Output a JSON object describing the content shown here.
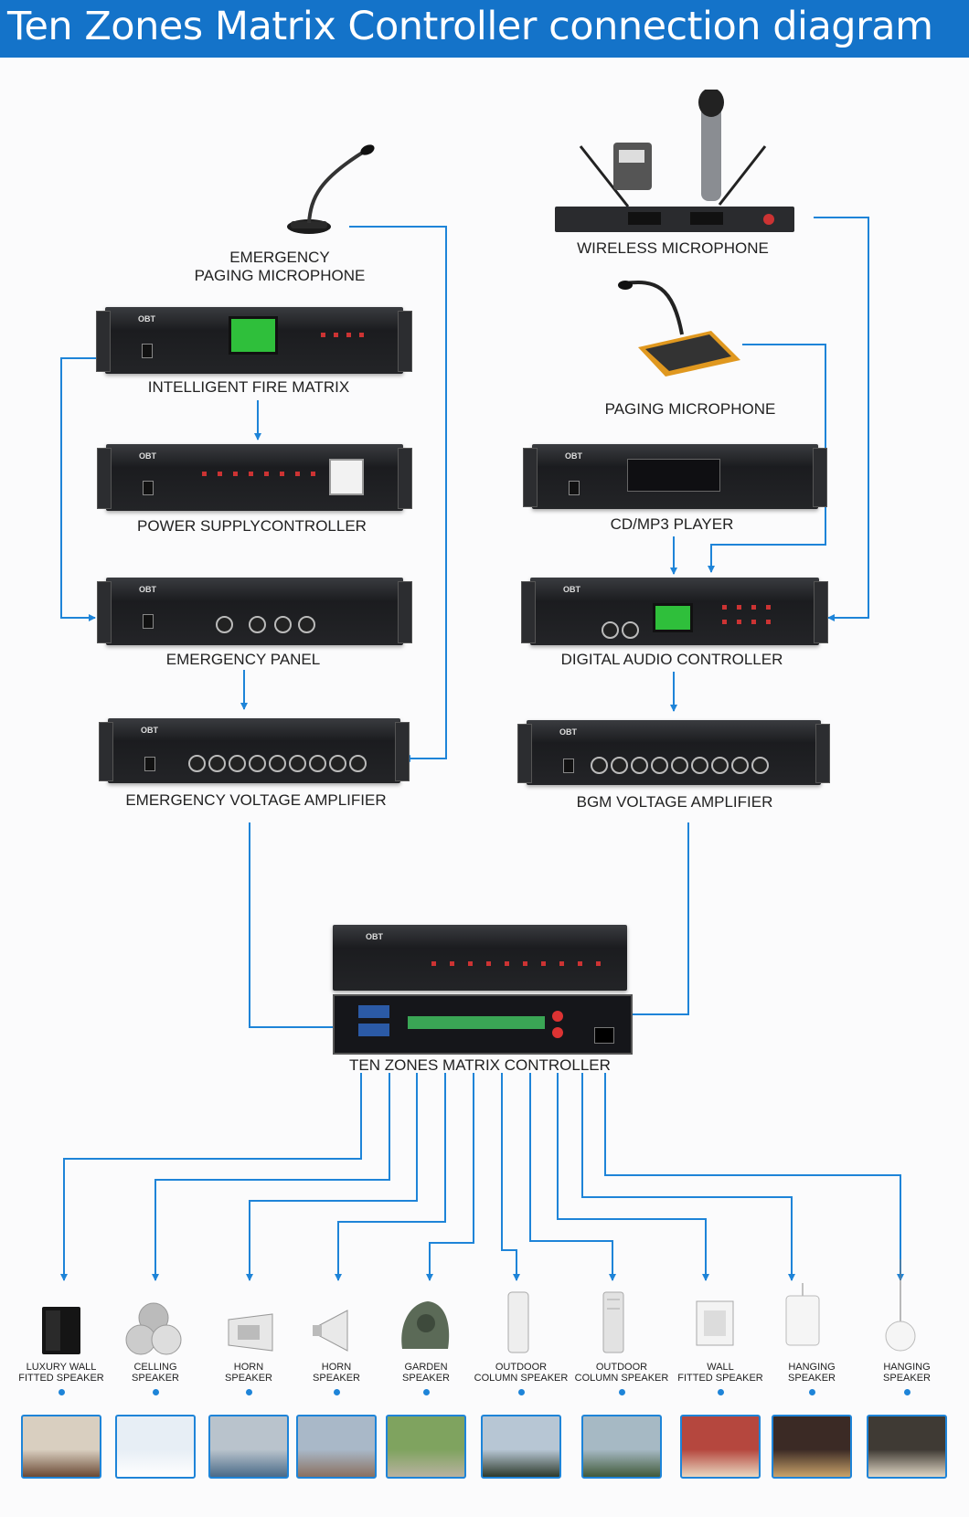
{
  "title": "Ten Zones Matrix Controller connection diagram",
  "colors": {
    "title_bar": "#1473c9",
    "wire": "#1e84d8",
    "text": "#222222"
  },
  "devices": {
    "emergency_paging_mic": "EMERGENCY\nPAGING MICROPHONE",
    "fire_matrix": "INTELLIGENT FIRE MATRIX",
    "power_supply": "POWER SUPPLYCONTROLLER",
    "emergency_panel": "EMERGENCY PANEL",
    "emergency_amp": "EMERGENCY VOLTAGE AMPLIFIER",
    "wireless_mic": "WIRELESS MICROPHONE",
    "paging_mic": "PAGING MICROPHONE",
    "cd_player": "CD/MP3 PLAYER",
    "digital_audio": "DIGITAL AUDIO CONTROLLER",
    "bgm_amp": "BGM VOLTAGE AMPLIFIER",
    "matrix": "TEN ZONES MATRIX CONTROLLER",
    "brand": "OBT"
  },
  "speakers": [
    {
      "label": "LUXURY WALL\nFITTED  SPEAKER",
      "icon": "box-speaker-icon"
    },
    {
      "label": "CELLING\nSPEAKER",
      "icon": "ceiling-speaker-icon"
    },
    {
      "label": "HORN\nSPEAKER",
      "icon": "horn-box-icon"
    },
    {
      "label": "HORN\nSPEAKER",
      "icon": "horn-trumpet-icon"
    },
    {
      "label": "GARDEN\nSPEAKER",
      "icon": "rock-speaker-icon"
    },
    {
      "label": "OUTDOOR\nCOLUMN SPEAKER",
      "icon": "column-speaker-icon"
    },
    {
      "label": "OUTDOOR\nCOLUMN SPEAKER",
      "icon": "column-speaker-icon"
    },
    {
      "label": "WALL\nFITTED SPEAKER",
      "icon": "wall-speaker-icon"
    },
    {
      "label": "HANGING\nSPEAKER",
      "icon": "pendant-cylinder-icon"
    },
    {
      "label": "HANGING\nSPEAKER",
      "icon": "pendant-globe-icon"
    }
  ],
  "scenes": [
    "conference-room-scene",
    "ceiling-light-scene",
    "factory-scene",
    "street-horn-scene",
    "garden-scene",
    "outdoor-pole-scene",
    "park-scene",
    "shop-scene",
    "corridor-scene",
    "hotel-corridor-scene"
  ]
}
